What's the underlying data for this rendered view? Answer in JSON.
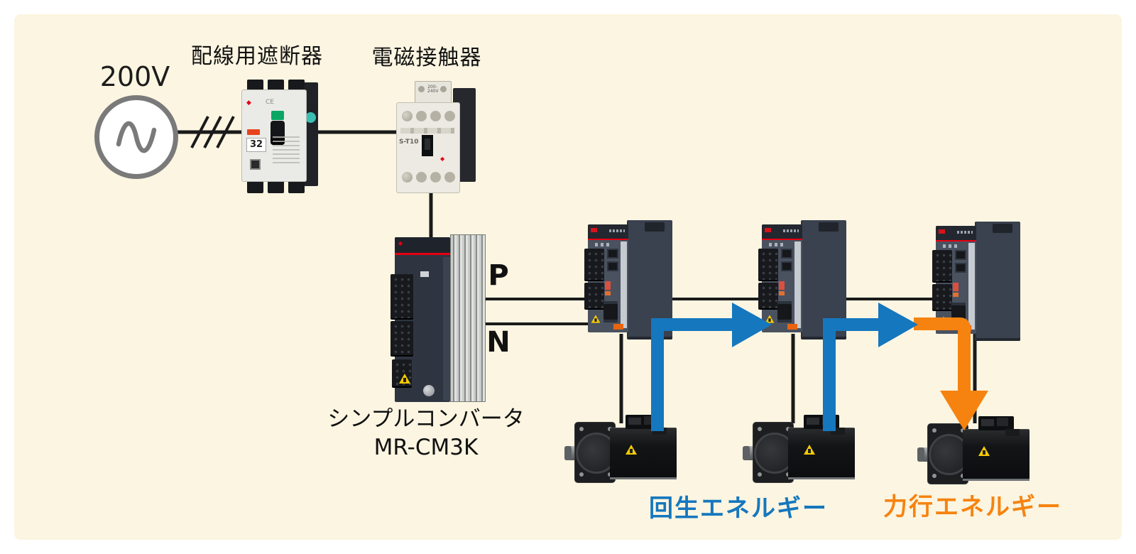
{
  "scene": {
    "background_color": "#FFFFFF",
    "panel_color": "#FBF5E1",
    "wire_color": "#1A1A1A"
  },
  "power_source": {
    "voltage": "200V"
  },
  "breaker": {
    "label": "配線用遮断器",
    "rating": "32",
    "ce_mark": "CE",
    "logo": "◆"
  },
  "contactor": {
    "label": "電磁接触器",
    "model": "S-T10",
    "coil_voltage": "200-240V",
    "logo": "◆"
  },
  "converter": {
    "name": "シンプルコンバータ",
    "model": "MR-CM3K",
    "logo": "◆"
  },
  "bus": {
    "positive": "P",
    "negative": "N"
  },
  "energy_flows": {
    "regenerative": {
      "label": "回生エネルギー",
      "color": "#1577BE"
    },
    "powering": {
      "label": "力行エネルギー",
      "color": "#F6830F"
    }
  }
}
